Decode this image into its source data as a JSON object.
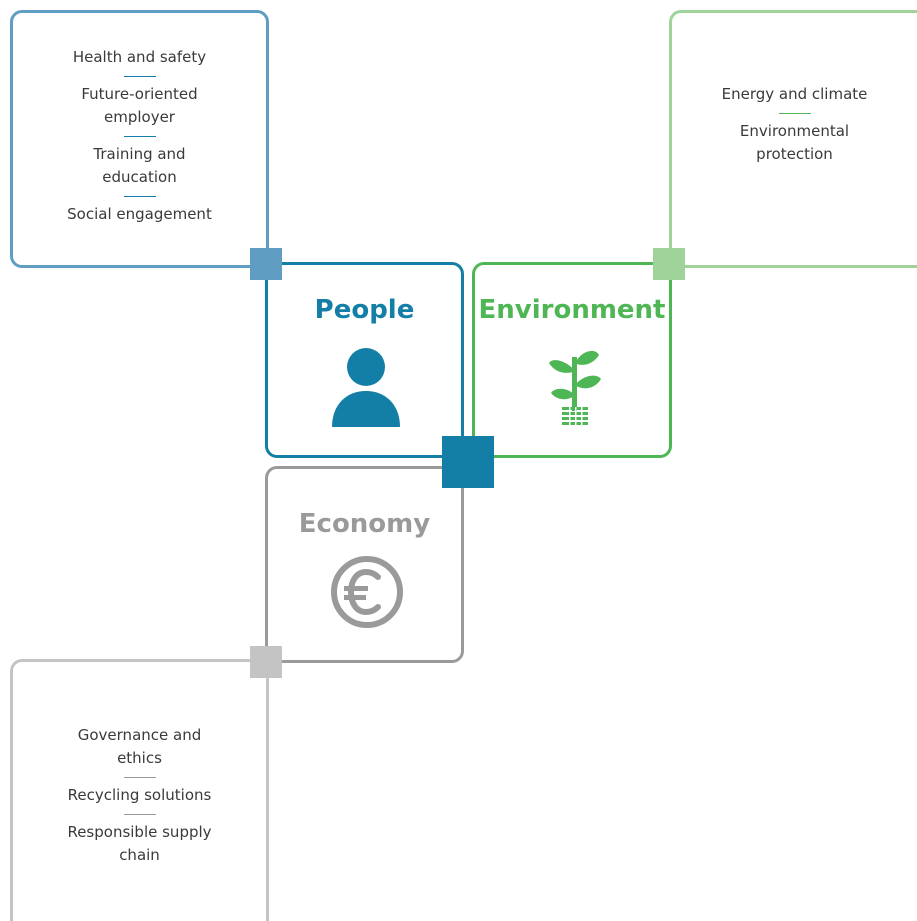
{
  "people": {
    "title": "People",
    "topics": [
      "Health and safety",
      "Future-oriented employer",
      "Training and education",
      "Social engagement"
    ],
    "color": "#137fa6",
    "outer_color": "#5f9ec2"
  },
  "environment": {
    "title": "Environment",
    "topics": [
      "Energy and climate",
      "Environmental protection"
    ],
    "color": "#4fb656",
    "outer_color": "#9fd39a"
  },
  "economy": {
    "title": "Economy",
    "topics": [
      "Governance and ethics",
      "Recycling solutions",
      "Responsible supply chain"
    ],
    "color": "#9a9a9a",
    "outer_color": "#c4c4c4"
  },
  "icons": {
    "people": "person-icon",
    "environment": "plant-icon",
    "economy": "euro-icon"
  }
}
